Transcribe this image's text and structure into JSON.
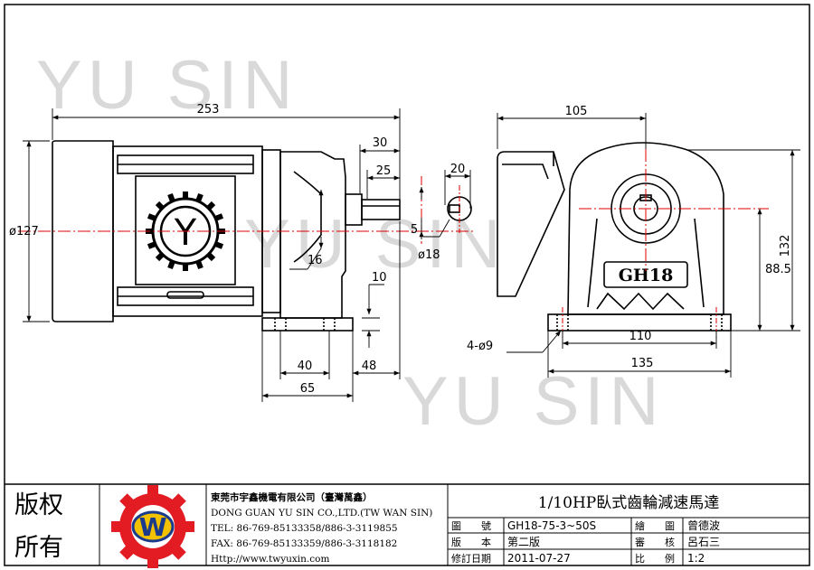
{
  "watermark": {
    "text": "YU SIN"
  },
  "dimensions": {
    "overall_length": "253",
    "motor_diameter": "ø127",
    "shaft_length_30": "30",
    "shaft_length_25": "25",
    "key_width": "20",
    "key_height": "5",
    "shaft_diameter": "ø18",
    "center_offset": "16",
    "foot_height": "10",
    "foot_spacing": "40",
    "foot_offset": "48",
    "foot_width": "65",
    "total_width": "105",
    "total_height": "132",
    "center_height": "88.5",
    "mount_holes": "4-ø9",
    "hole_spacing": "110",
    "base_width": "135"
  },
  "motor_label": {
    "letter": "Y"
  },
  "gearbox_label": {
    "text": "GH18"
  },
  "title_block": {
    "copyright_line1": "版权",
    "copyright_line2": "所有",
    "logo_letter": "W",
    "company_cn": "東莞市宇鑫機電有限公司（臺灣萬鑫）",
    "company_en": "DONG GUAN YU SIN CO.,LTD.(TW WAN SIN)",
    "tel": "TEL: 86-769-85133358/886-3-3119855",
    "fax": "FAX: 86-769-85133359/886-3-3118182",
    "web": "Http://www.twyuxin.com",
    "product_title": "1/10HP臥式齒輪減速馬達",
    "rows": [
      {
        "label_a": "圖　　號",
        "value_a": "GH18-75-3~50S",
        "label_b": "繪　　圖",
        "value_b": "曾德波"
      },
      {
        "label_a": "版　　本",
        "value_a": "第二版",
        "label_b": "審　　核",
        "value_b": "呂石三"
      },
      {
        "label_a": "修訂日期",
        "value_a": "2011-07-27",
        "label_b": "比　　例",
        "value_b": "1:2"
      }
    ]
  }
}
